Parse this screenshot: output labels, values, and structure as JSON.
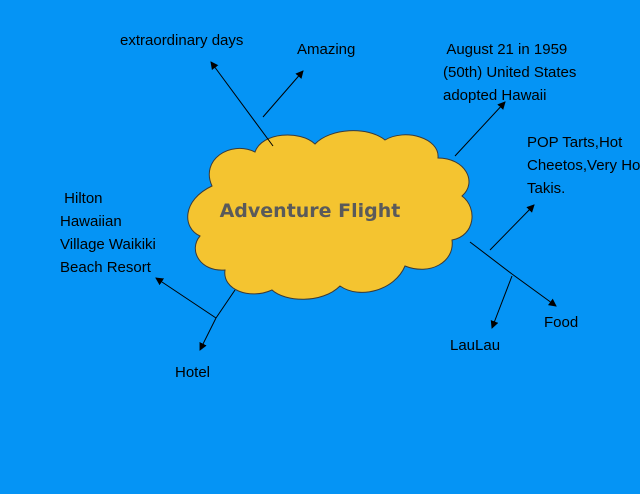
{
  "diagram": {
    "center": {
      "title": "Adventure Flight",
      "fill": "#f4c430",
      "text_color": "#5a5a5a"
    },
    "background": "#0594f5",
    "nodes": [
      {
        "id": "extra",
        "text": "extraordinary days"
      },
      {
        "id": "amazing",
        "text": "Amazing"
      },
      {
        "id": "august",
        "text": " August 21 in 1959\n(50th) United States\nadopted Hawaii"
      },
      {
        "id": "pop",
        "text": "POP Tarts,Hot\nCheetos,Very Hot\nTakis."
      },
      {
        "id": "hilton",
        "text": " Hilton\nHawaiian\nVillage Waikiki\nBeach Resort"
      },
      {
        "id": "hotel",
        "text": "Hotel"
      },
      {
        "id": "laulau",
        "text": "LauLau"
      },
      {
        "id": "food",
        "text": "Food"
      }
    ]
  }
}
